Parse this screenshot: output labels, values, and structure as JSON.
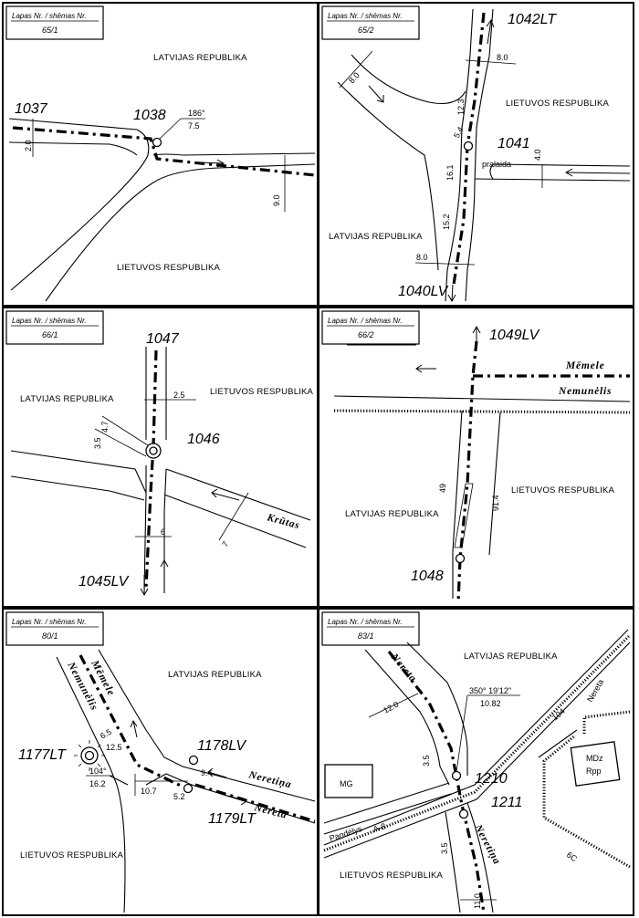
{
  "header": {
    "caption": "Lapas Nr. / shēmas Nr."
  },
  "panels": [
    {
      "sheet": "65/1",
      "country_top": "LATVIJAS REPUBLIKA",
      "country_bottom": "LIETUVOS RESPUBLIKA",
      "points": [
        "1037",
        "1038"
      ],
      "measures": [
        "2.0",
        "9.0"
      ],
      "angle": "186°",
      "distance": "7.5"
    },
    {
      "sheet": "65/2",
      "country_right": "LIETUVOS RESPUBLIKA",
      "country_left": "LATVIJAS REPUBLIKA",
      "points": [
        "1042LT",
        "1041",
        "1040LV"
      ],
      "measures": [
        "8.0",
        "8.0",
        "12.3",
        "5.4",
        "16.1",
        "15.2",
        "4.0",
        "8.0"
      ],
      "ditch": "pralaida"
    },
    {
      "sheet": "66/1",
      "country_left": "LATVIJAS REPUBLIKA",
      "country_right": "LIETUVOS RESPUBLIKA",
      "points": [
        "1047",
        "1046",
        "1045LV"
      ],
      "measures": [
        "2.5",
        "3.5",
        "4.7",
        "6",
        "7"
      ],
      "river": "Krūtas"
    },
    {
      "sheet": "66/2",
      "country_left": "LATVIJAS REPUBLIKA",
      "country_right": "LIETUVOS RESPUBLIKA",
      "points": [
        "1049LV",
        "1048"
      ],
      "measures": [
        "49",
        "91.4"
      ],
      "rivers": [
        "Mēmele",
        "Nemunėlis"
      ]
    },
    {
      "sheet": "80/1",
      "country_top": "LATVIJAS REPUBLIKA",
      "country_bottom": "LIETUVOS RESPUBLIKA",
      "points": [
        "1177LT",
        "1178LV",
        "1179LT"
      ],
      "measures": [
        "6.5",
        "12.5",
        "9.4",
        "10.7",
        "5.2"
      ],
      "angle": "104°",
      "distance": "16.2",
      "rivers": [
        "Mēmele",
        "Nemunėlis",
        "Neretiņa",
        "Nereta"
      ]
    },
    {
      "sheet": "83/1",
      "country_top": "LATVIJAS REPUBLIKA",
      "country_bottom": "LIETUVOS RESPUBLIKA",
      "points": [
        "1210",
        "1211"
      ],
      "measures": [
        "12.0",
        "3.5",
        "3.5",
        "11.0",
        "104",
        "6C"
      ],
      "angle": "350° 19'12\"",
      "distance": "10.82",
      "rivers": [
        "Nereta",
        "Neretiņa",
        "Nereta"
      ],
      "road": "A-8",
      "place": "Pandėlys",
      "buildings": [
        "MG",
        "MDz",
        "Rpp"
      ]
    }
  ]
}
